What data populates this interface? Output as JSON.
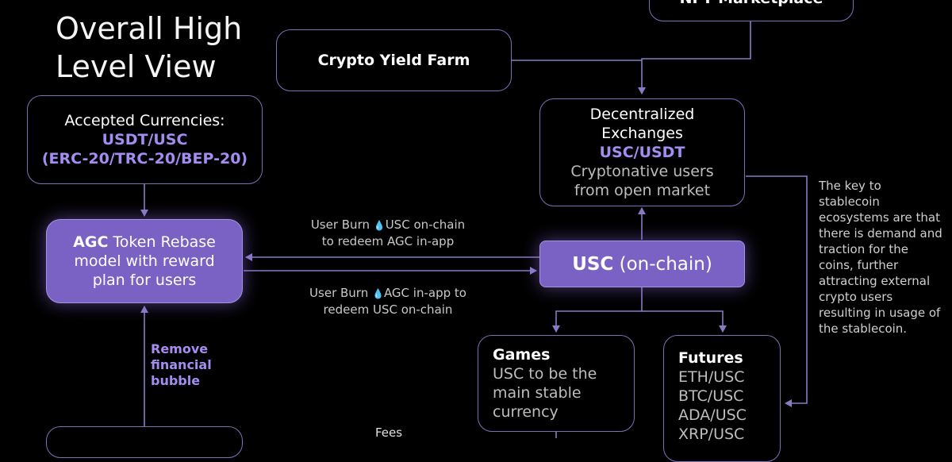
{
  "title": {
    "line1": "Overall High",
    "line2": "Level View"
  },
  "nft_marketplace": {
    "label": "NFT Marketplace"
  },
  "yield_farm": {
    "label": "Crypto Yield Farm"
  },
  "currencies": {
    "heading": "Accepted Currencies:",
    "pair": "USDT/USC",
    "standards": "(ERC-20/TRC-20/BEP-20)"
  },
  "dex": {
    "line1": "Decentralized",
    "line2": "Exchanges",
    "pair": "USC/USDT",
    "desc1": "Cryptonative users",
    "desc2": "from open market"
  },
  "agc": {
    "bold": "AGC",
    "line1_rest": " Token Rebase",
    "line2": "model with reward",
    "line3": "plan for users"
  },
  "usc": {
    "bold": "USC",
    "rest": " (on-chain)"
  },
  "burn_usc": {
    "prefix": "User Burn ",
    "icon": "💧",
    "line1_rest": "USC on-chain",
    "line2": "to redeem AGC in-app"
  },
  "burn_agc": {
    "prefix": "User Burn ",
    "icon": "💧",
    "line1_rest": "AGC in-app to",
    "line2": "redeem USC on-chain"
  },
  "remove_bubble": {
    "line1": "Remove",
    "line2": "financial",
    "line3": "bubble"
  },
  "games": {
    "heading": "Games",
    "line1": "USC to be the",
    "line2": "main stable",
    "line3": "currency"
  },
  "futures": {
    "heading": "Futures",
    "pairs": [
      "ETH/USC",
      "BTC/USC",
      "ADA/USC",
      "XRP/USC"
    ]
  },
  "fees": {
    "label": "Fees"
  },
  "side_note": "The key to stablecoin ecosystems are that there is demand and traction for the coins, further attracting external crypto users resulting in usage of the stablecoin.",
  "colors": {
    "accent": "#a58cf0",
    "box_border": "#7f6fb8",
    "filled_box": "#7a62c4",
    "background": "#000000"
  }
}
